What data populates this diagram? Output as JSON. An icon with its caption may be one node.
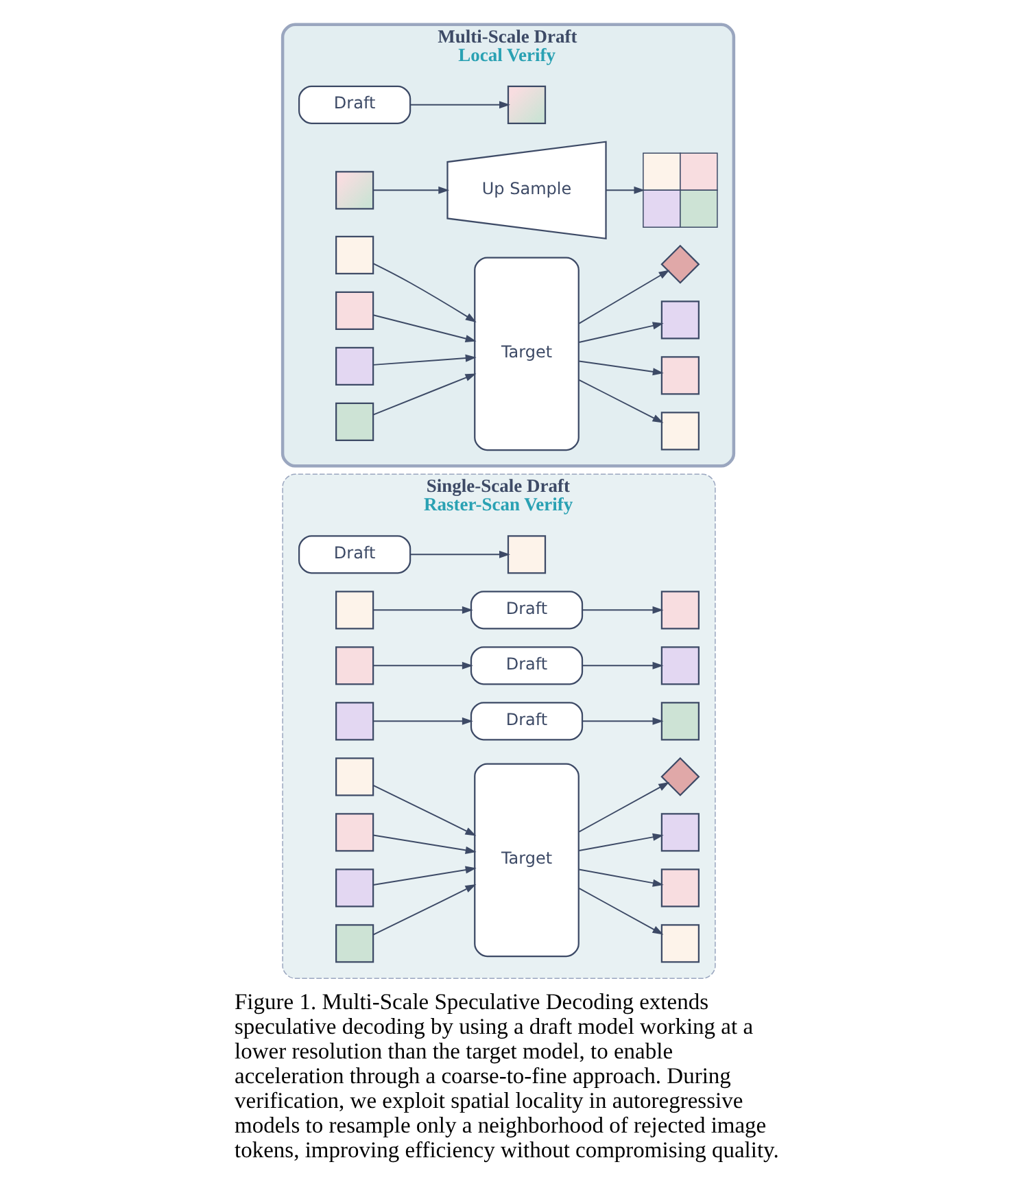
{
  "diagram": {
    "caption": "Figure 1. Multi-Scale Speculative Decoding extends speculative decoding by using a draft model working at a lower resolution than the target model, to enable acceleration through a coarse-to-fine approach. During verification, we exploit spatial locality in autoregressive models to resample only a neighborhood of rejected image tokens, improving efficiency without compromising quality.",
    "nodes": [
      {
        "text": [
          "Single-Scale Draft",
          "Raster-Scan Verify"
        ]
      },
      {
        "text": [
          "Draft"
        ],
        "in": 0
      },
      {
        "text": [],
        "shape": "box",
        "in": 0
      },
      {
        "text": [],
        "shape": "box",
        "in": 0
      },
      {
        "text": [
          "Draft"
        ],
        "in": 0
      },
      {
        "text": [],
        "shape": "box",
        "in": 0
      },
      {
        "text": [],
        "shape": "box",
        "in": 0
      },
      {
        "text": [
          "Draft"
        ],
        "in": 0
      },
      {
        "text": [],
        "shape": "box",
        "in": 0
      },
      {
        "text": [],
        "shape": "box",
        "in": 0
      },
      {
        "text": [
          "Draft"
        ],
        "in": 0
      },
      {
        "text": [],
        "shape": "box",
        "in": 0
      },
      {
        "text": [],
        "shape": "box",
        "in": 0
      },
      {
        "text": [],
        "shape": "box",
        "in": 0
      },
      {
        "text": [],
        "shape": "box",
        "in": 0
      },
      {
        "text": [],
        "shape": "box",
        "in": 0
      },
      {
        "text": [
          "Target"
        ],
        "in": 0
      },
      {
        "text": [],
        "shape": "box",
        "in": 0
      },
      {
        "text": [],
        "shape": "box",
        "in": 0
      },
      {
        "text": [],
        "shape": "box",
        "in": 0
      },
      {
        "text": [],
        "shape": "diamond",
        "in": 0
      },
      {
        "text": [
          "Multi-Scale Draft",
          "Local Verify"
        ]
      },
      {
        "text": [
          "Draft"
        ],
        "in": 21
      },
      {
        "text": [],
        "shape": "box",
        "in": 21
      },
      {
        "text": [],
        "shape": "box",
        "in": 21
      },
      {
        "text": [
          "Up Sample"
        ],
        "in": 21
      },
      {
        "text": [],
        "shape": "box",
        "in": 21
      },
      {
        "text": [],
        "shape": "box",
        "in": 21
      },
      {
        "text": [],
        "shape": "box",
        "in": 21
      },
      {
        "text": [],
        "shape": "box",
        "in": 21
      },
      {
        "text": [],
        "shape": "box",
        "in": 21
      },
      {
        "text": [
          "Target"
        ],
        "in": 21
      },
      {
        "text": [],
        "shape": "box",
        "in": 21
      },
      {
        "text": [],
        "shape": "box",
        "in": 21
      },
      {
        "text": [],
        "shape": "box",
        "in": 21
      },
      {
        "text": [],
        "shape": "diamond",
        "in": 21
      }
    ],
    "edges": [
      {
        "from": 1,
        "to": 2,
        "arrow": "to"
      },
      {
        "from": 3,
        "to": 4,
        "arrow": "to"
      },
      {
        "from": 4,
        "to": 5,
        "arrow": "to"
      },
      {
        "from": 6,
        "to": 7,
        "arrow": "to"
      },
      {
        "from": 7,
        "to": 8,
        "arrow": "to"
      },
      {
        "from": 9,
        "to": 10,
        "arrow": "to"
      },
      {
        "from": 10,
        "to": 11,
        "arrow": "to"
      },
      {
        "from": 12,
        "to": 16,
        "arrow": "to"
      },
      {
        "from": 13,
        "to": 16,
        "arrow": "to"
      },
      {
        "from": 14,
        "to": 16,
        "arrow": "to"
      },
      {
        "from": 15,
        "to": 16,
        "arrow": "to"
      },
      {
        "from": 16,
        "to": 17,
        "arrow": "to"
      },
      {
        "from": 16,
        "to": 18,
        "arrow": "to"
      },
      {
        "from": 16,
        "to": 19,
        "arrow": "to"
      },
      {
        "from": 16,
        "to": 20,
        "arrow": "to"
      },
      {
        "from": 22,
        "to": 23,
        "arrow": "to"
      },
      {
        "from": 24,
        "to": 25,
        "arrow": "to"
      },
      {
        "from": 25,
        "to": 26,
        "arrow": "to"
      },
      {
        "from": 27,
        "to": 31,
        "arrow": "to"
      },
      {
        "from": 28,
        "to": 31,
        "arrow": "to"
      },
      {
        "from": 29,
        "to": 31,
        "arrow": "to"
      },
      {
        "from": 30,
        "to": 31,
        "arrow": "to"
      },
      {
        "from": 31,
        "to": 32,
        "arrow": "to"
      },
      {
        "from": 31,
        "to": 33,
        "arrow": "to"
      },
      {
        "from": 31,
        "to": 34,
        "arrow": "to"
      },
      {
        "from": 31,
        "to": 35,
        "arrow": "to"
      }
    ]
  }
}
